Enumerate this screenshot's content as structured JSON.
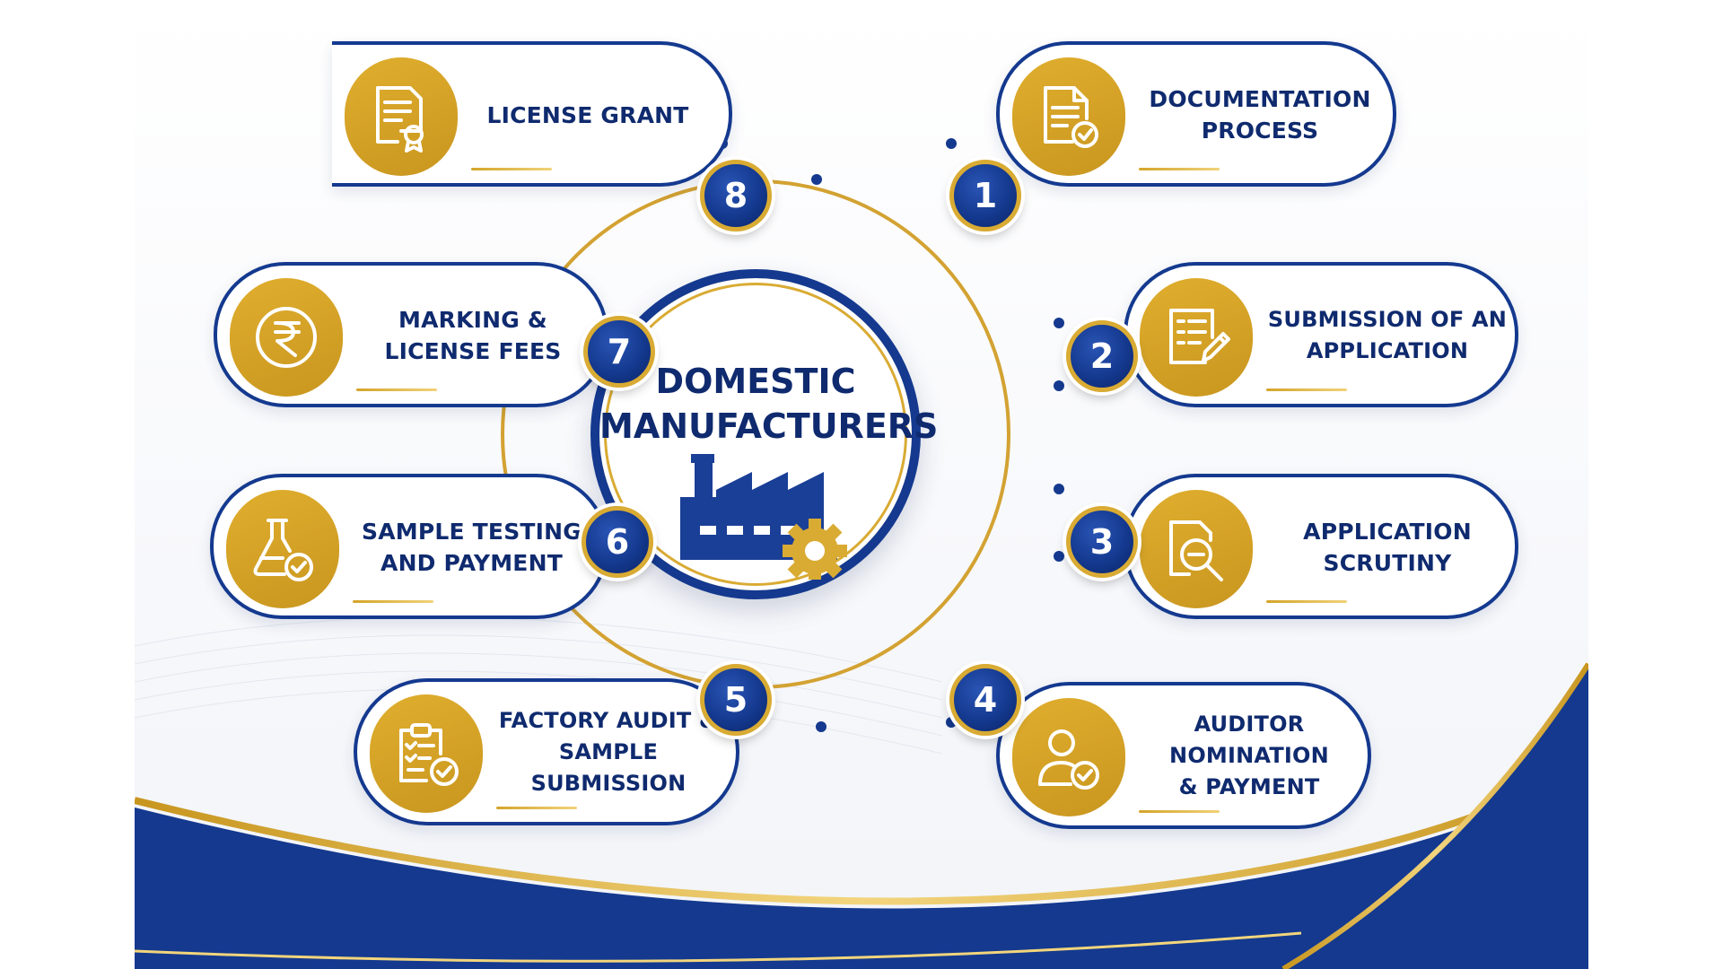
{
  "center": {
    "title": "DOMESTIC\nMANUFACTURERS",
    "icon": "factory-gear-icon"
  },
  "steps": [
    {
      "number": "1",
      "label": "DOCUMENTATION\nPROCESS",
      "icon": "document-check-icon"
    },
    {
      "number": "2",
      "label": "SUBMISSION OF AN\nAPPLICATION",
      "icon": "form-pencil-icon"
    },
    {
      "number": "3",
      "label": "APPLICATION\nSCRUTINY",
      "icon": "magnifier-document-icon"
    },
    {
      "number": "4",
      "label": "AUDITOR NOMINATION\n& PAYMENT",
      "icon": "user-check-icon"
    },
    {
      "number": "5",
      "label": "FACTORY AUDIT &\nSAMPLE SUBMISSION",
      "icon": "clipboard-check-icon"
    },
    {
      "number": "6",
      "label": "SAMPLE TESTING\nAND PAYMENT",
      "icon": "flask-check-icon"
    },
    {
      "number": "7",
      "label": "MARKING &\nLICENSE FEES",
      "icon": "rupee-coin-icon"
    },
    {
      "number": "8",
      "label": "LICENSE GRANT",
      "icon": "certificate-icon"
    }
  ],
  "colors": {
    "navy": "#14398f",
    "gold": "#d9ab33",
    "text": "#0f2a6e"
  }
}
